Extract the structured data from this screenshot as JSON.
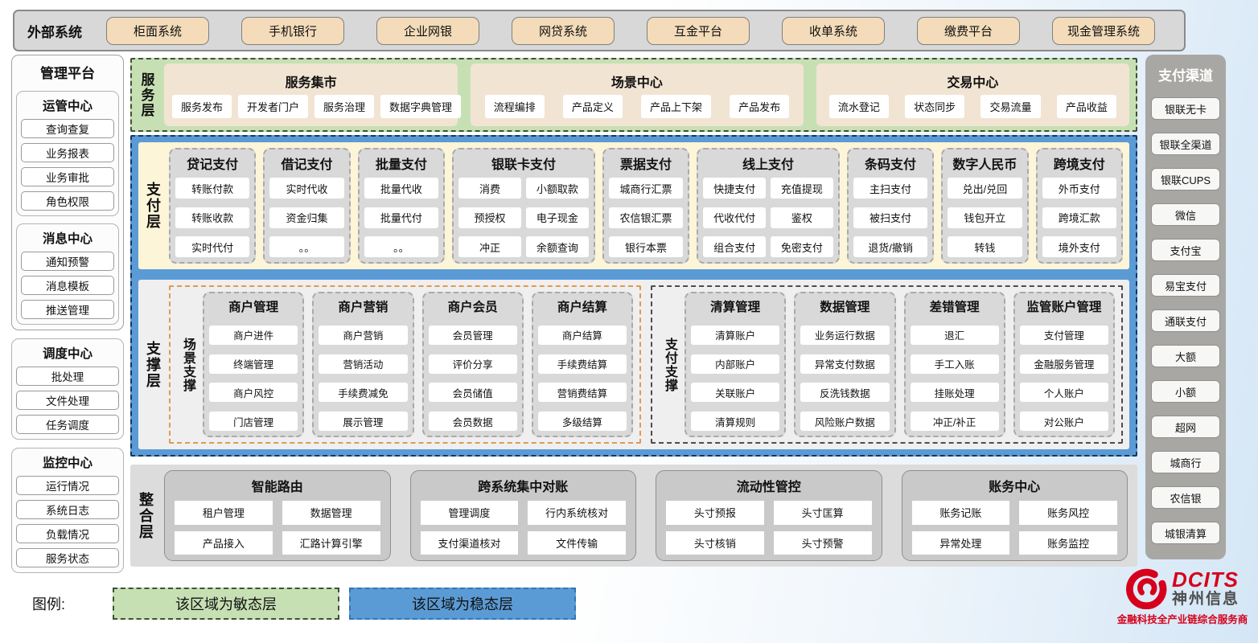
{
  "colors": {
    "agile_green": "#c6e0b4",
    "stable_blue": "#5b9bd5",
    "payment_cream": "#fdf5d8",
    "external_tan": "#f4dcba",
    "group_gray": "#d9d9d9",
    "scene_accent_orange": "#e09a50",
    "brand_red": "#d6001c"
  },
  "external_systems": {
    "label": "外部系统",
    "items": [
      "柜面系统",
      "手机银行",
      "企业网银",
      "网贷系统",
      "互金平台",
      "收单系统",
      "缴费平台",
      "现金管理系统"
    ]
  },
  "management_platform": {
    "title": "管理平台",
    "inner_sections": [
      {
        "title": "运管中心",
        "items": [
          "查询查复",
          "业务报表",
          "业务审批",
          "角色权限"
        ]
      },
      {
        "title": "消息中心",
        "items": [
          "通知预警",
          "消息模板",
          "推送管理"
        ]
      }
    ],
    "standalone_sections": [
      {
        "title": "调度中心",
        "items": [
          "批处理",
          "文件处理",
          "任务调度"
        ]
      },
      {
        "title": "监控中心",
        "items": [
          "运行情况",
          "系统日志",
          "负载情况",
          "服务状态"
        ]
      }
    ]
  },
  "service_layer": {
    "label": "服务层",
    "groups": [
      {
        "title": "服务集市",
        "items": [
          "服务发布",
          "开发者门户",
          "服务治理",
          "数据字典管理"
        ]
      },
      {
        "title": "场景中心",
        "items": [
          "流程编排",
          "产品定义",
          "产品上下架",
          "产品发布"
        ]
      },
      {
        "title": "交易中心",
        "items": [
          "流水登记",
          "状态同步",
          "交易流量",
          "产品收益"
        ]
      }
    ]
  },
  "payment_layer": {
    "label": "支付层",
    "groups": [
      {
        "title": "贷记支付",
        "cols": 1,
        "items": [
          "转账付款",
          "转账收款",
          "实时代付"
        ]
      },
      {
        "title": "借记支付",
        "cols": 1,
        "items": [
          "实时代收",
          "资金归集",
          "。。"
        ]
      },
      {
        "title": "批量支付",
        "cols": 1,
        "items": [
          "批量代收",
          "批量代付",
          "。。"
        ]
      },
      {
        "title": "银联卡支付",
        "cols": 2,
        "items": [
          "消费",
          "小额取款",
          "预授权",
          "电子现金",
          "冲正",
          "余额查询"
        ]
      },
      {
        "title": "票据支付",
        "cols": 1,
        "items": [
          "城商行汇票",
          "农信银汇票",
          "银行本票"
        ]
      },
      {
        "title": "线上支付",
        "cols": 2,
        "items": [
          "快捷支付",
          "充值提现",
          "代收代付",
          "鉴权",
          "组合支付",
          "免密支付"
        ]
      },
      {
        "title": "条码支付",
        "cols": 1,
        "items": [
          "主扫支付",
          "被扫支付",
          "退货/撤销"
        ]
      },
      {
        "title": "数字人民币",
        "cols": 1,
        "items": [
          "兑出/兑回",
          "钱包开立",
          "转钱"
        ]
      },
      {
        "title": "跨境支付",
        "cols": 1,
        "items": [
          "外币支付",
          "跨境汇款",
          "境外支付"
        ]
      }
    ]
  },
  "support_layer": {
    "label": "支撑层",
    "sections": [
      {
        "label": "场景支撑",
        "accent": "orange",
        "groups": [
          {
            "title": "商户管理",
            "items": [
              "商户进件",
              "终端管理",
              "商户风控",
              "门店管理"
            ]
          },
          {
            "title": "商户营销",
            "items": [
              "商户营销",
              "营销活动",
              "手续费减免",
              "展示管理"
            ]
          },
          {
            "title": "商户会员",
            "items": [
              "会员管理",
              "评价分享",
              "会员储值",
              "会员数据"
            ]
          },
          {
            "title": "商户结算",
            "items": [
              "商户结算",
              "手续费结算",
              "营销费结算",
              "多级结算"
            ]
          }
        ]
      },
      {
        "label": "支付支撑",
        "accent": "dark",
        "groups": [
          {
            "title": "清算管理",
            "items": [
              "清算账户",
              "内部账户",
              "关联账户",
              "清算规则"
            ]
          },
          {
            "title": "数据管理",
            "items": [
              "业务运行数据",
              "异常支付数据",
              "反洗钱数据",
              "风险账户数据"
            ]
          },
          {
            "title": "差错管理",
            "items": [
              "退汇",
              "手工入账",
              "挂账处理",
              "冲正/补正"
            ]
          },
          {
            "title": "监管账户管理",
            "items": [
              "支付管理",
              "金融服务管理",
              "个人账户",
              "对公账户"
            ]
          }
        ]
      }
    ]
  },
  "integration_layer": {
    "label": "整合层",
    "groups": [
      {
        "title": "智能路由",
        "items": [
          "租户管理",
          "数据管理",
          "产品接入",
          "汇路计算引擎"
        ]
      },
      {
        "title": "跨系统集中对账",
        "items": [
          "管理调度",
          "行内系统核对",
          "支付渠道核对",
          "文件传输"
        ]
      },
      {
        "title": "流动性管控",
        "items": [
          "头寸预报",
          "头寸匡算",
          "头寸核销",
          "头寸预警"
        ]
      },
      {
        "title": "账务中心",
        "items": [
          "账务记账",
          "账务风控",
          "异常处理",
          "账务监控"
        ]
      }
    ]
  },
  "payment_channels": {
    "title": "支付渠道",
    "items": [
      "银联无卡",
      "银联全渠道",
      "银联CUPS",
      "微信",
      "支付宝",
      "易宝支付",
      "通联支付",
      "大额",
      "小额",
      "超网",
      "城商行",
      "农信银",
      "城银清算"
    ]
  },
  "legend": {
    "label": "图例:",
    "items": [
      {
        "text": "该区域为敏态层",
        "type": "agile"
      },
      {
        "text": "该区域为稳态层",
        "type": "stable"
      }
    ]
  },
  "logo": {
    "brand": "DCITS",
    "company": "神州信息",
    "tagline": "金融科技全产业链综合服务商",
    "swirl_icon": "dcits-swirl-icon"
  }
}
